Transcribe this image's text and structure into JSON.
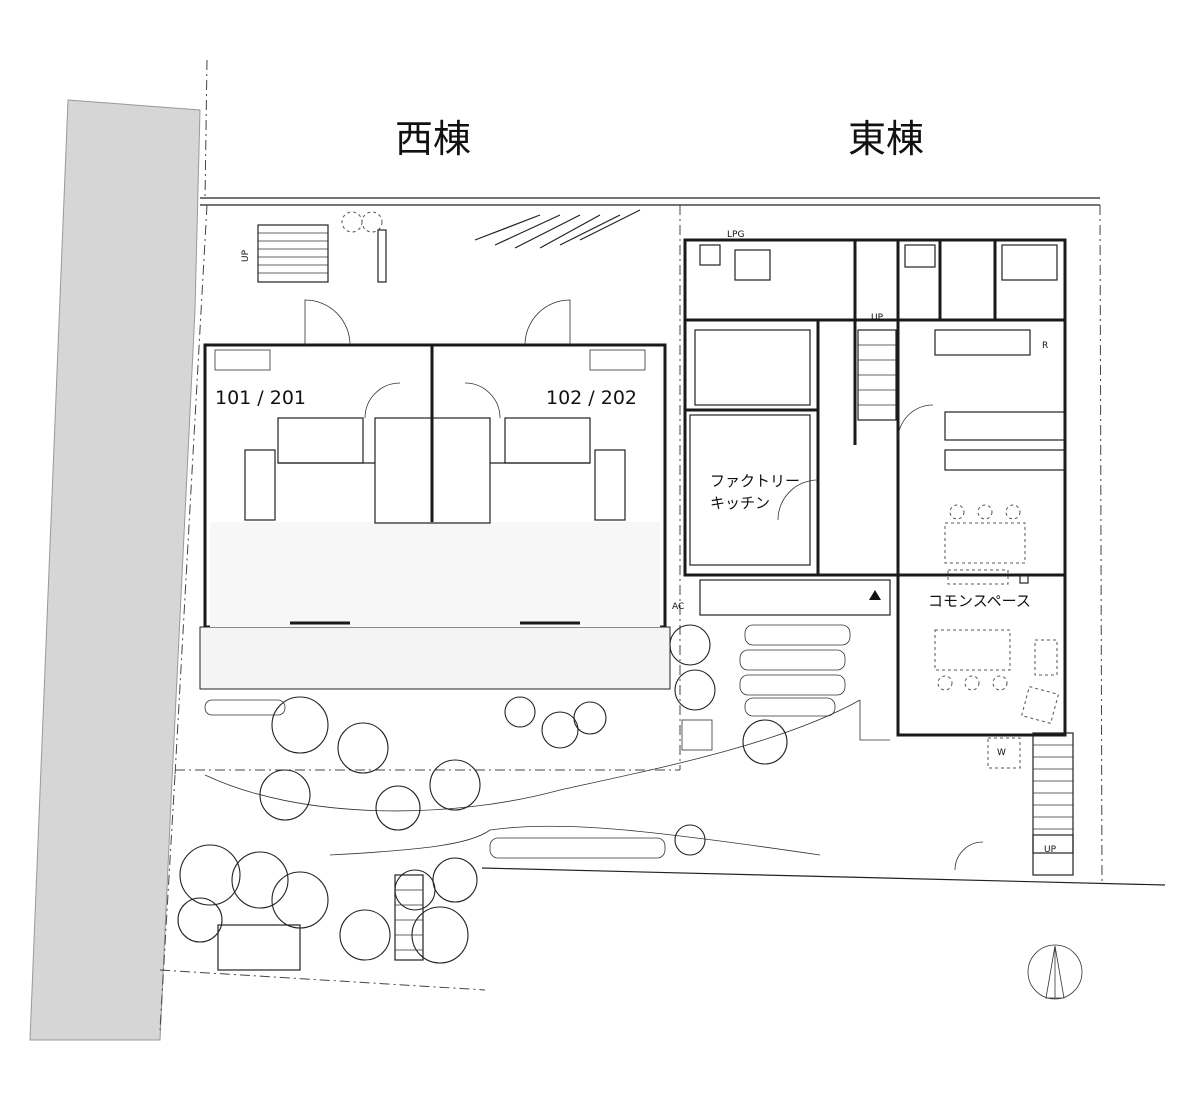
{
  "wings": {
    "west": "西棟",
    "east": "東棟"
  },
  "units": {
    "unit_a": "101 / 201",
    "unit_b": "102 / 202"
  },
  "rooms": {
    "factory_kitchen_line1": "ファクトリー",
    "factory_kitchen_line2": "キッチン",
    "common_space": "コモンスペース"
  },
  "tags": {
    "lpg": "LPG",
    "up_west": "UP",
    "up_east_inner": "UP",
    "up_east_stair": "UP",
    "ac": "AC",
    "refrigerator": "R",
    "washer": "W"
  },
  "colors": {
    "neighbor_land": "#d6d6d6",
    "line": "#222222",
    "deck_fill": "#f4f4f4",
    "floor_texture": "#f7f7f7"
  }
}
